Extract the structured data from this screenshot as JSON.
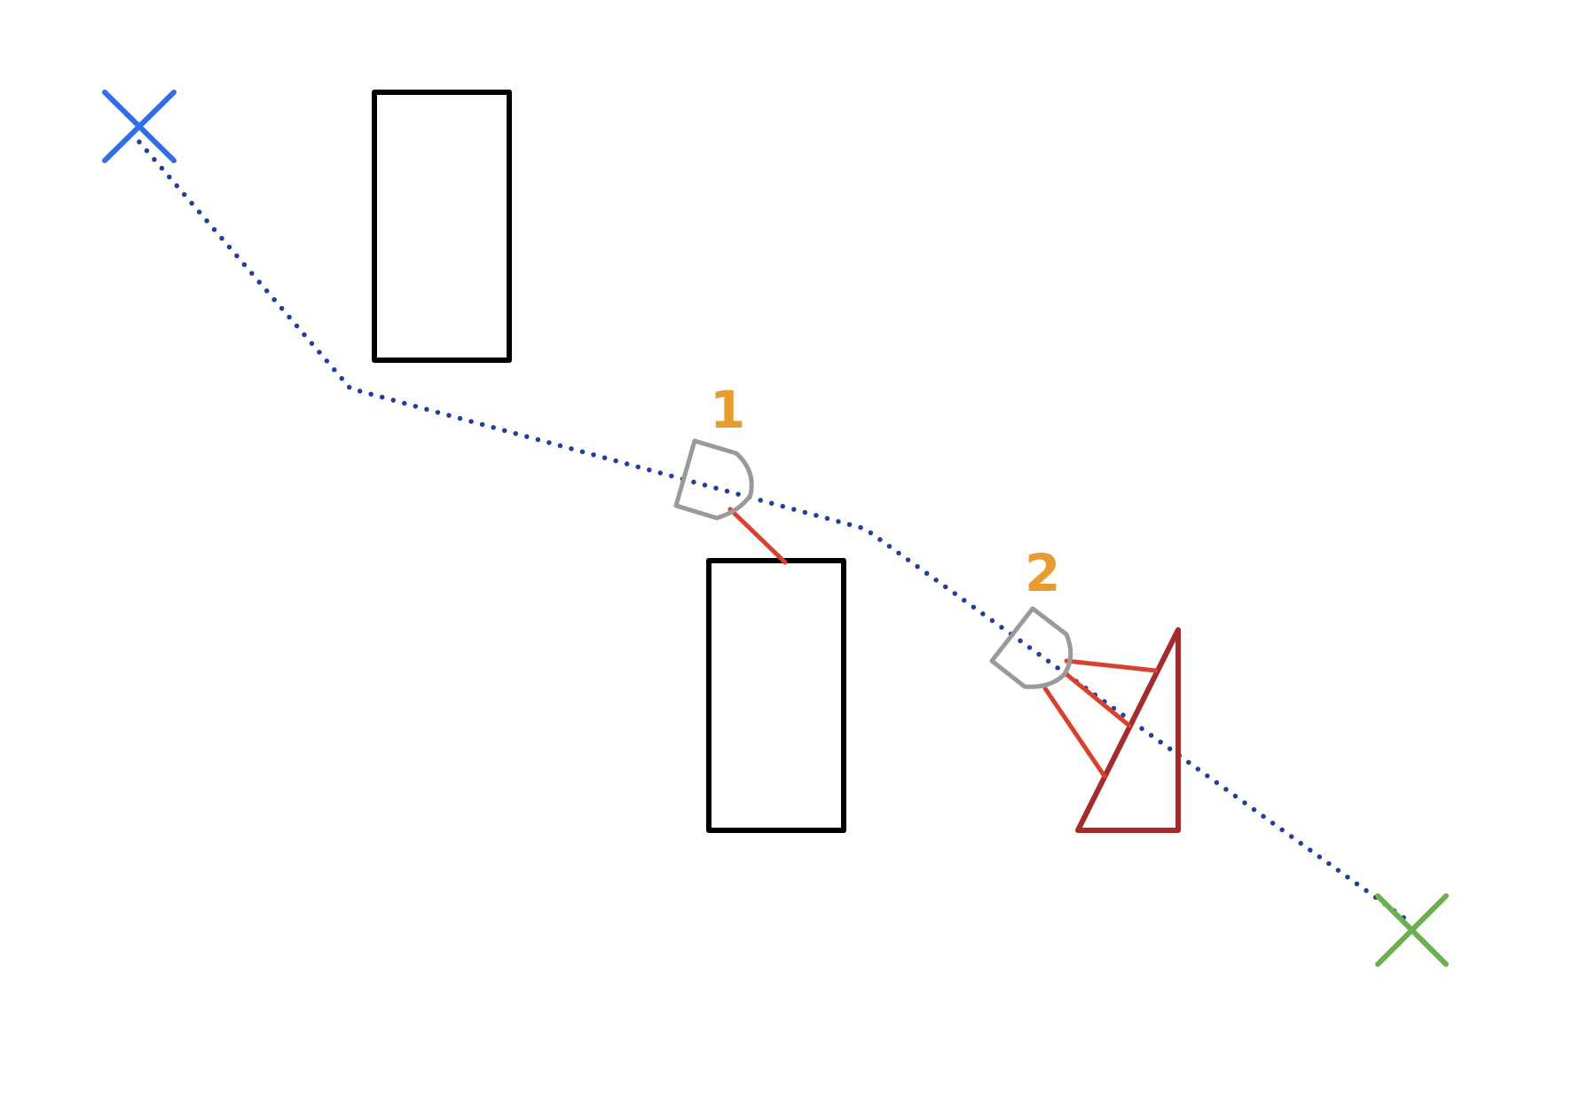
{
  "diagram": {
    "colors": {
      "start_marker": "#2f6ee6",
      "goal_marker": "#6ab04c",
      "path": "#1f3fa0",
      "obstacle": "#000000",
      "target_object": "#a52a2a",
      "robot": "#9a9a9a",
      "sensor_ray": "#d9412e",
      "step_label": "#e89b2f"
    },
    "start_marker": {
      "icon": "x-mark-icon"
    },
    "goal_marker": {
      "icon": "x-mark-icon"
    },
    "obstacles": [
      {
        "shape": "rectangle"
      },
      {
        "shape": "rectangle"
      }
    ],
    "target_object": {
      "shape": "right-triangle"
    },
    "robots": [
      {
        "label": "1",
        "rays": 1
      },
      {
        "label": "2",
        "rays": 3
      }
    ]
  }
}
